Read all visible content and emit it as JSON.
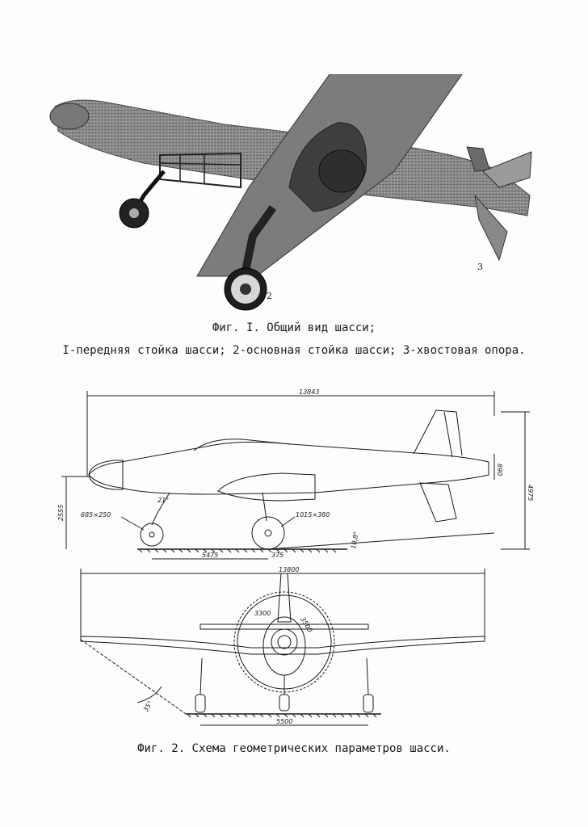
{
  "figure1": {
    "caption_title": "Фиг. I. Общий вид шасси;",
    "caption_legend": "I-передняя стойка шасси; 2-основная стойка шасси; 3-хвостовая опора.",
    "photo_labels": {
      "main_gear": "2",
      "tail_support": "3"
    }
  },
  "figure2": {
    "caption": "Фиг. 2. Схема геометрических параметров шасси.",
    "side_view": {
      "overall_length": "13843",
      "height_total": "4975",
      "tail_height": "890",
      "front_wheel_height": "2555",
      "front_wheel_size": "685×250",
      "main_wheel_size": "1015×380",
      "front_strut_angle": "21°",
      "wheelbase": "5475",
      "main_gear_offset": "375",
      "ground_angle": "10,8°"
    },
    "front_view": {
      "span": "13800",
      "prop_radius_a": "3300",
      "prop_radius_b": "3500",
      "track": "5500",
      "dihedral_angle": "35°"
    }
  }
}
